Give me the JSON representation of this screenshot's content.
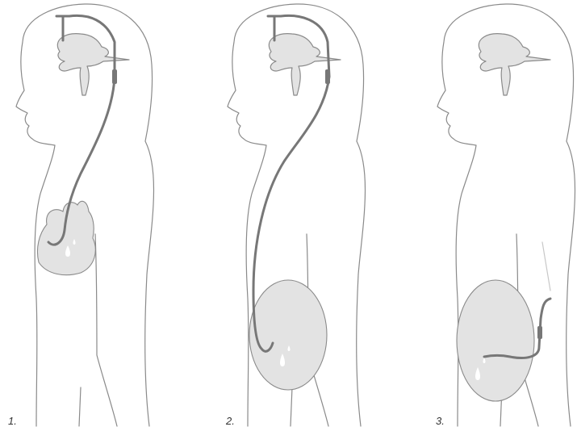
{
  "panels": [
    {
      "label": "1.",
      "drainage_site": "heart"
    },
    {
      "label": "2.",
      "drainage_site": "abdomen"
    },
    {
      "label": "3.",
      "drainage_site": "abdomen"
    }
  ],
  "colors": {
    "outline": "#8a8a8a",
    "organ_fill": "#e3e3e3",
    "shunt_tube": "#777777",
    "fluid_drop": "#ffffff"
  }
}
